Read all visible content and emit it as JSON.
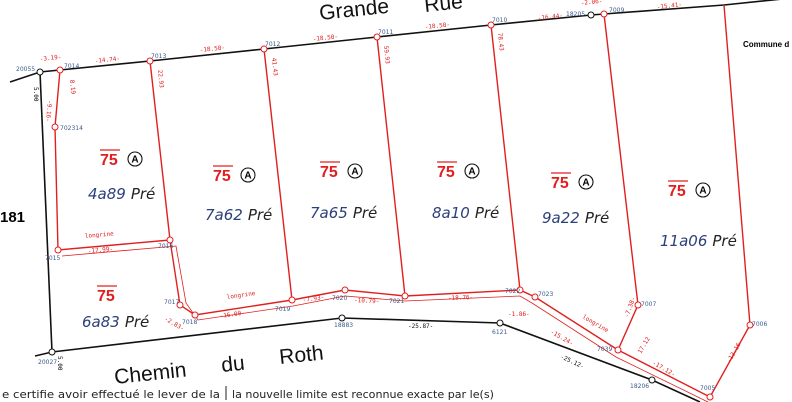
{
  "colors": {
    "boundary": "#e0201f",
    "existing": "#111111",
    "point_label": "#3a5a8c",
    "area": "#2b3f7a"
  },
  "roads": {
    "north": "Grande",
    "north2": "Rue",
    "south1": "Chemin",
    "south2": "du",
    "south3": "Roth"
  },
  "commune": "Commune d",
  "left_parcel": "181",
  "footer": {
    "left": "e certifie avoir effectué le lever de la",
    "right": "la nouvelle limite est reconnue exacte par le(s)"
  },
  "parcels": [
    {
      "section": "75",
      "lot": "A",
      "area": "4a89",
      "culture": "Pré"
    },
    {
      "section": "75",
      "lot": "A",
      "area": "7a62",
      "culture": "Pré"
    },
    {
      "section": "75",
      "lot": "A",
      "area": "7a65",
      "culture": "Pré"
    },
    {
      "section": "75",
      "lot": "A",
      "area": "8a10",
      "culture": "Pré"
    },
    {
      "section": "75",
      "lot": "A",
      "area": "9a22",
      "culture": "Pré"
    },
    {
      "section": "75",
      "lot": "A",
      "area": "11a06",
      "culture": "Pré"
    },
    {
      "section": "75",
      "lot": "",
      "area": "6a83",
      "culture": "Pré"
    }
  ],
  "points": [
    "20055",
    "7014",
    "7013",
    "7012",
    "7011",
    "7010",
    "18205",
    "7009",
    "702314",
    "7015",
    "7016",
    "7017",
    "7018",
    "7019",
    "7020",
    "7021",
    "7022",
    "7023",
    "7039",
    "7007",
    "7005",
    "7006",
    "20027",
    "18883",
    "6121",
    "18206"
  ],
  "distances": [
    "-3.19-",
    "-14.74-",
    "-18.50-",
    "-18.50-",
    "-18.50-",
    "-16.44-",
    "-2.06-",
    "-15.41-",
    "8.19",
    "22.93",
    "41.43",
    "59.93",
    "78.43",
    "-9.16-",
    "-17.99-",
    "-16.00-",
    "-7.93-",
    "-10.79-",
    "-18.76-",
    "-1.86-",
    "-15.24-",
    "-7.38-",
    "17.12",
    "-17.12-",
    "-13.16-",
    "-2.83-",
    "-25.87-",
    "-25.12-",
    "5.00",
    "5.00",
    "longrine",
    "longrine",
    "longrine"
  ]
}
